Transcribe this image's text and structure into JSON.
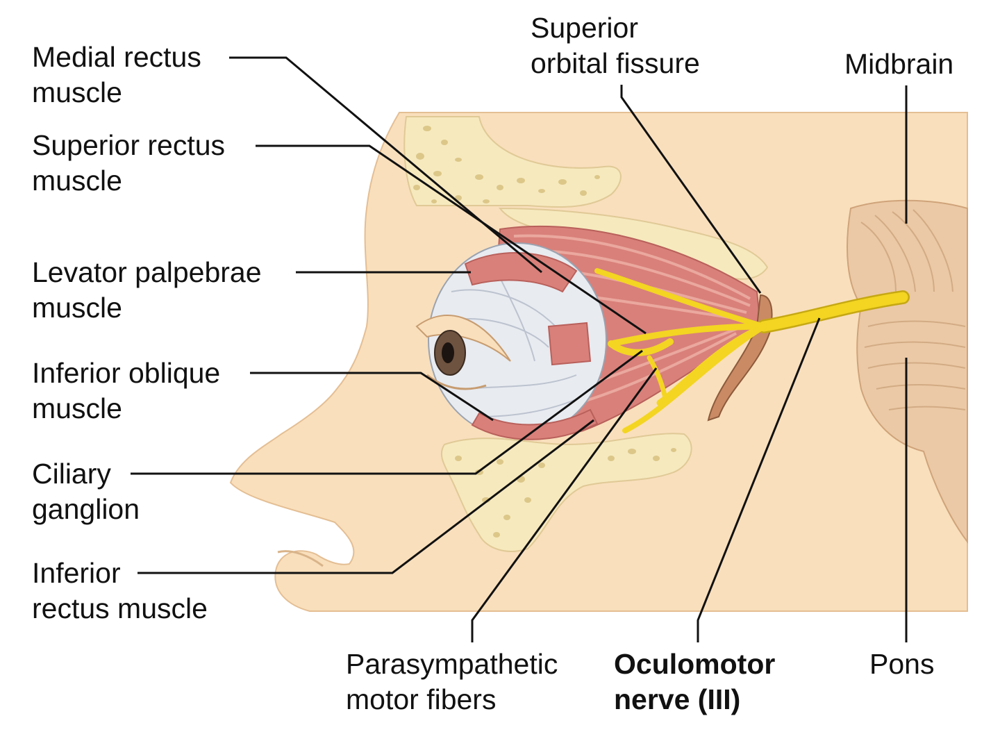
{
  "colors": {
    "background": "#ffffff",
    "skin": "#f9dfbc",
    "bone": "#f6e9be",
    "bone_dot": "#dcc789",
    "muscle": "#d9807a",
    "muscle_light": "#eaa89e",
    "nerve": "#f3d522",
    "eyeball": "#e8ebf0",
    "brainstem": "#ebc9a6",
    "leader": "#111111"
  },
  "labels": {
    "medial_rectus": {
      "line1": "Medial rectus",
      "line2": "muscle"
    },
    "superior_rectus": {
      "line1": "Superior rectus",
      "line2": "muscle"
    },
    "levator_palpebrae": {
      "line1": "Levator palpebrae",
      "line2": "muscle"
    },
    "inferior_oblique": {
      "line1": "Inferior oblique",
      "line2": "muscle"
    },
    "ciliary_ganglion": {
      "line1": "Ciliary",
      "line2": "ganglion"
    },
    "inferior_rectus": {
      "line1": "Inferior",
      "line2": "rectus muscle"
    },
    "superior_orbital_fissure": {
      "line1": "Superior",
      "line2": "orbital fissure"
    },
    "midbrain": {
      "line1": "Midbrain"
    },
    "parasympathetic": {
      "line1": "Parasympathetic",
      "line2": "motor fibers"
    },
    "oculomotor": {
      "line1": "Oculomotor",
      "line2": "nerve (III)"
    },
    "pons": {
      "line1": "Pons"
    }
  }
}
